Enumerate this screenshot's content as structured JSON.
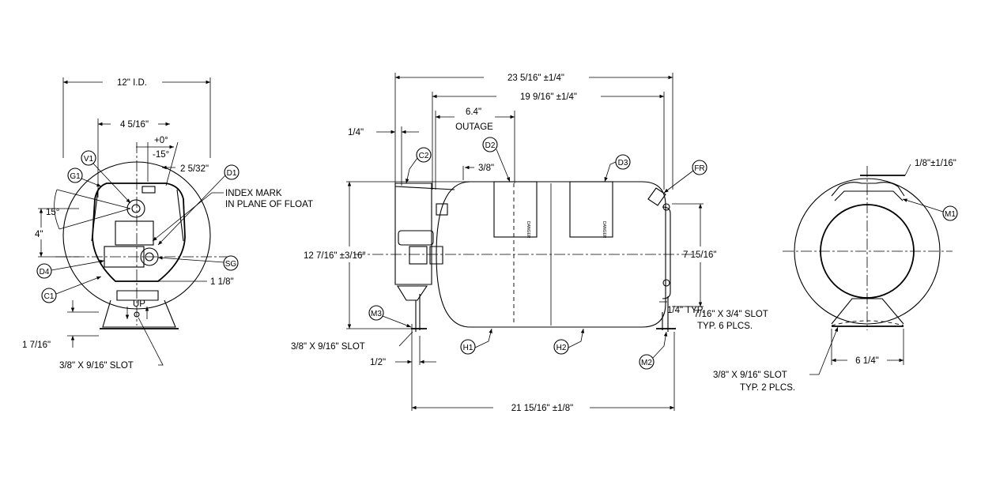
{
  "left_view": {
    "dim_id": "12\" I.D.",
    "dim_4_5_16": "4 5/16\"",
    "dim_plus0": "+0°",
    "dim_minus15": "-15°",
    "dim_2_5_32": "2 5/32\"",
    "dim_15deg": "15°",
    "dim_4in": "4\"",
    "dim_1_1_8": "1 1/8\"",
    "dim_1_7_16": "1 7/16\"",
    "slot_label": "3/8\" X 9/16\" SLOT",
    "index_mark_1": "INDEX MARK",
    "index_mark_2": "IN PLANE OF FLOAT",
    "up_label": "UP",
    "tags": {
      "v1": "V1",
      "g1": "G1",
      "d1": "D1",
      "d4": "D4",
      "c1": "C1",
      "sg": "SG"
    }
  },
  "side_view": {
    "dim_overall": "23 5/16\" ±1/4\"",
    "dim_19": "19 9/16\" ±1/4\"",
    "dim_outage_val": "6.4\"",
    "dim_outage_lbl": "OUTAGE",
    "dim_1_4": "1/4\"",
    "dim_3_8": "3/8\"",
    "dim_height": "12 7/16\" ±3/16\"",
    "dim_7_15_16": "7 15/16\"",
    "dim_1_4_typ": "1/4\" TYP.",
    "slot_mid_1": "7/16\" X 3/4\" SLOT",
    "slot_mid_2": "TYP. 6 PLCS.",
    "slot_left": "3/8\" X 9/16\" SLOT",
    "dim_1_2": "1/2\"",
    "dim_base": "21 15/16\" ±1/8\"",
    "danger": "DANGER",
    "tags": {
      "c2": "C2",
      "d2": "D2",
      "d3": "D3",
      "fr": "FR",
      "m3": "M3",
      "h1": "H1",
      "h2": "H2",
      "m2": "M2"
    }
  },
  "right_view": {
    "dim_1_8": "1/8\"±1/16\"",
    "dim_6_1_4": "6 1/4\"",
    "slot_1": "3/8\" X 9/16\" SLOT",
    "slot_2": "TYP. 2 PLCS.",
    "tags": {
      "m1": "M1"
    }
  }
}
